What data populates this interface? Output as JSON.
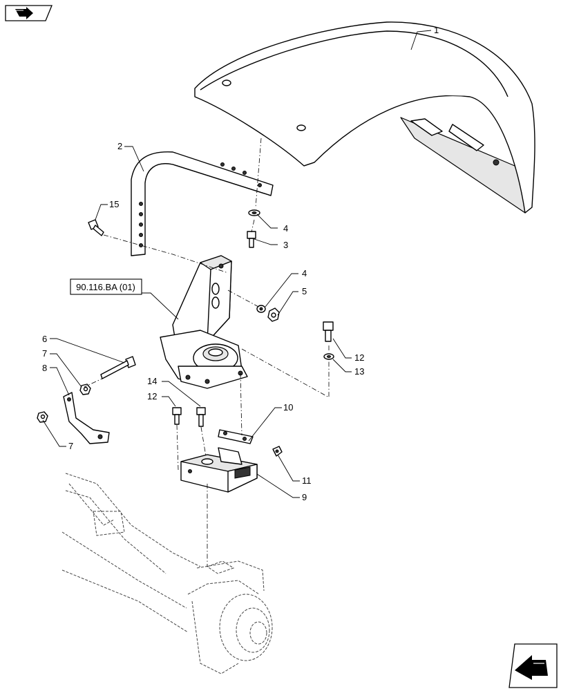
{
  "reference": {
    "label": "90.116.BA (01)"
  },
  "callouts": [
    {
      "id": "c1",
      "text": "1"
    },
    {
      "id": "c2",
      "text": "2"
    },
    {
      "id": "c3",
      "text": "3"
    },
    {
      "id": "c4a",
      "text": "4"
    },
    {
      "id": "c4b",
      "text": "4"
    },
    {
      "id": "c5",
      "text": "5"
    },
    {
      "id": "c6",
      "text": "6"
    },
    {
      "id": "c7a",
      "text": "7"
    },
    {
      "id": "c7b",
      "text": "7"
    },
    {
      "id": "c8",
      "text": "8"
    },
    {
      "id": "c9",
      "text": "9"
    },
    {
      "id": "c10",
      "text": "10"
    },
    {
      "id": "c11",
      "text": "11"
    },
    {
      "id": "c12a",
      "text": "12"
    },
    {
      "id": "c12b",
      "text": "12"
    },
    {
      "id": "c13",
      "text": "13"
    },
    {
      "id": "c14",
      "text": "14"
    },
    {
      "id": "c15",
      "text": "15"
    }
  ],
  "icons": {
    "top_left": "arrow-right-icon",
    "bottom_right": "arrow-left-icon"
  }
}
